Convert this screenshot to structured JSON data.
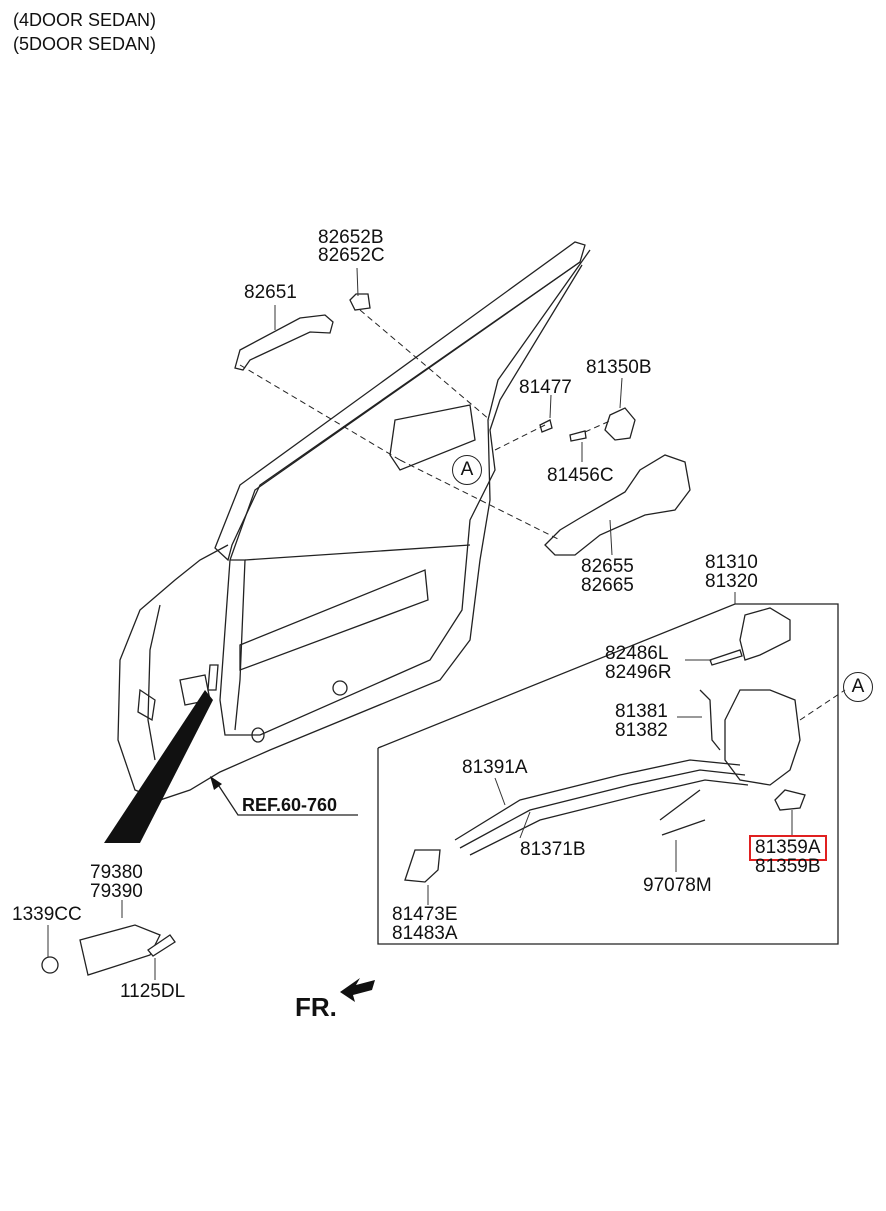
{
  "header": {
    "line1": "(4DOOR SEDAN)",
    "line2": "(5DOOR SEDAN)"
  },
  "labels": {
    "p82652b": "82652B",
    "p82652c": "82652C",
    "p82651": "82651",
    "p81477": "81477",
    "p81350b": "81350B",
    "p81456c": "81456C",
    "callout_a1": "A",
    "callout_a2": "A",
    "p82655": "82655",
    "p82665": "82665",
    "p81310": "81310",
    "p81320": "81320",
    "p82486l": "82486L",
    "p82496r": "82496R",
    "p81381": "81381",
    "p81382": "81382",
    "p81391a": "81391A",
    "p81371b": "81371B",
    "p97078m": "97078M",
    "p81359a": "81359A",
    "p81359b": "81359B",
    "p81473e": "81473E",
    "p81483a": "81483A",
    "ref": "REF.60-760",
    "p79380": "79380",
    "p79390": "79390",
    "p1339cc": "1339CC",
    "p1125dl": "1125DL",
    "fr": "FR."
  },
  "highlight": {
    "part": "81359A",
    "color": "#e02020"
  }
}
